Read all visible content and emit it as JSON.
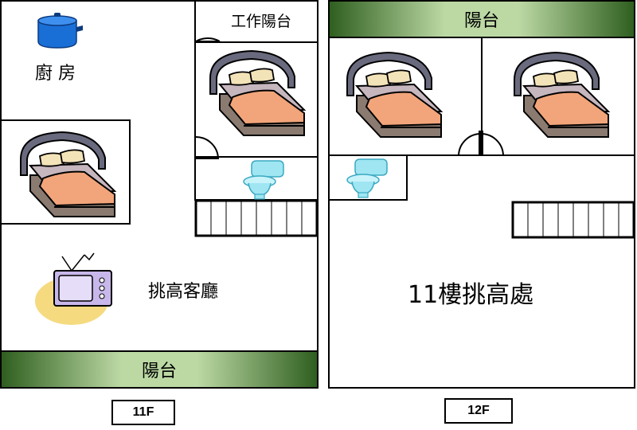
{
  "floor_11": {
    "kitchen_label": "廚 房",
    "service_balcony_label": "工作陽台",
    "living_label": "挑高客廳",
    "balcony_label": "陽台",
    "floor_tag": "11F"
  },
  "floor_12": {
    "balcony_label": "陽台",
    "void_label": "11樓挑高處",
    "floor_tag": "12F"
  },
  "icons": {
    "pot": "cooking-pot-icon",
    "bed": "bed-icon",
    "toilet": "toilet-icon",
    "tv": "television-icon",
    "stairs": "staircase-icon"
  },
  "colors": {
    "balcony_dark": "#2f5f20",
    "balcony_light": "#bcd9a4",
    "bed_blanket": "#f2a57a",
    "bed_headboard": "#6a6a7e",
    "pot": "#1a6fd6",
    "tv": "#c8b7ea",
    "toilet": "#8fe0f0"
  }
}
